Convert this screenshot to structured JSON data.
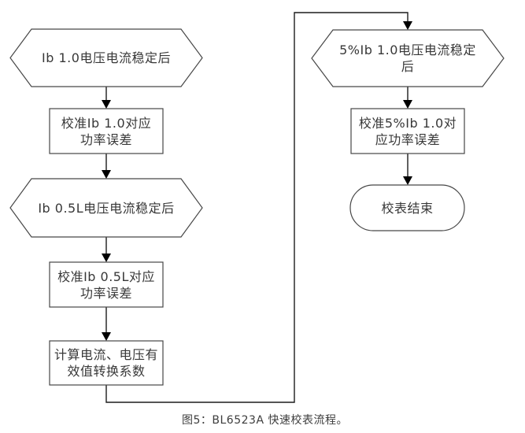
{
  "diagram": {
    "type": "flowchart",
    "nodes": [
      {
        "id": "ib10-stable",
        "shape": "hexagon",
        "label": "Ib 1.0电压电流稳定后"
      },
      {
        "id": "cal-ib10",
        "shape": "process",
        "label": "校准Ib 1.0对应\n功率误差"
      },
      {
        "id": "ib05l-stable",
        "shape": "hexagon",
        "label": "Ib 0.5L电压电流稳定后"
      },
      {
        "id": "cal-ib05l",
        "shape": "process",
        "label": "校准Ib 0.5L对应\n功率误差"
      },
      {
        "id": "calc-coeff",
        "shape": "process",
        "label": "计算电流、电压有\n效值转换系数"
      },
      {
        "id": "5ib10-stable",
        "shape": "hexagon",
        "label": "5%Ib 1.0电压电流稳定\n后"
      },
      {
        "id": "cal-5ib10",
        "shape": "process",
        "label": "校准5%Ib 1.0对\n应功率误差"
      },
      {
        "id": "end",
        "shape": "terminal",
        "label": "校表结束"
      }
    ],
    "edges": [
      {
        "from": "ib10-stable",
        "to": "cal-ib10"
      },
      {
        "from": "cal-ib10",
        "to": "ib05l-stable"
      },
      {
        "from": "ib05l-stable",
        "to": "cal-ib05l"
      },
      {
        "from": "cal-ib05l",
        "to": "calc-coeff"
      },
      {
        "from": "calc-coeff",
        "to": "5ib10-stable"
      },
      {
        "from": "5ib10-stable",
        "to": "cal-5ib10"
      },
      {
        "from": "cal-5ib10",
        "to": "end"
      }
    ],
    "caption": "图5：BL6523A 快速校表流程。"
  },
  "colors": {
    "background": "#ffffff",
    "shape_stroke": "#474747",
    "connector": "#1c1c1c",
    "text": "#383838"
  }
}
